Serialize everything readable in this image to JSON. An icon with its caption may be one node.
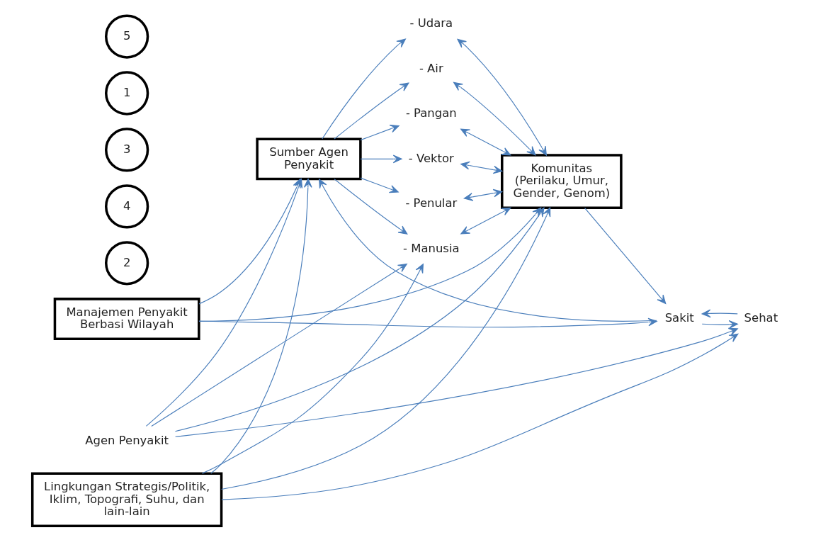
{
  "diagram": {
    "nodes": [
      {
        "text": [
          "Manajemen Penyakit Berbasi Wilayah"
        ]
      },
      {
        "text": [
          "Sumber Agen Penyakit"
        ]
      },
      {
        "text": [
          "- Udara"
        ]
      },
      {
        "text": [
          "- Air"
        ]
      },
      {
        "text": [
          "- Pangan"
        ]
      },
      {
        "text": [
          "- Vektor"
        ]
      },
      {
        "text": [
          "- Penular"
        ]
      },
      {
        "text": [
          "- Manusia"
        ]
      },
      {
        "text": [
          "Komunitas (Perilaku, Umur, Gender, Genom)"
        ]
      },
      {
        "text": [
          "Sakit"
        ]
      },
      {
        "text": [
          "Sehat"
        ]
      },
      {
        "text": [
          "Agen Penyakit"
        ]
      },
      {
        "text": [
          "Lingkungan Strategis/Politik, Iklim, Topografi, Suhu, dan lain-lain"
        ]
      },
      {
        "text": [
          "2"
        ]
      },
      {
        "text": [
          "4"
        ]
      },
      {
        "text": [
          "3"
        ]
      },
      {
        "text": [
          "1"
        ]
      },
      {
        "text": [
          "5"
        ]
      }
    ],
    "edges": [
      {
        "from": 0,
        "to": 1,
        "arrow": "to"
      },
      {
        "from": 0,
        "to": 8,
        "arrow": "to"
      },
      {
        "from": 0,
        "to": 9,
        "arrow": "to"
      },
      {
        "from": 1,
        "to": 2,
        "arrow": "to"
      },
      {
        "from": 1,
        "to": 3,
        "arrow": "to"
      },
      {
        "from": 1,
        "to": 4,
        "arrow": "to"
      },
      {
        "from": 1,
        "to": 5,
        "arrow": "to"
      },
      {
        "from": 1,
        "to": 6,
        "arrow": "to"
      },
      {
        "from": 1,
        "to": 7,
        "arrow": "to"
      },
      {
        "from": 2,
        "to": 8,
        "arrow": "both"
      },
      {
        "from": 3,
        "to": 8,
        "arrow": "both"
      },
      {
        "from": 4,
        "to": 8,
        "arrow": "both"
      },
      {
        "from": 5,
        "to": 8,
        "arrow": "both"
      },
      {
        "from": 6,
        "to": 8,
        "arrow": "both"
      },
      {
        "from": 7,
        "to": 8,
        "arrow": "both"
      },
      {
        "from": 8,
        "to": 9,
        "arrow": "to"
      },
      {
        "from": 9,
        "to": 10,
        "arrow": "to"
      },
      {
        "from": 10,
        "to": 9,
        "arrow": "to"
      },
      {
        "from": 9,
        "to": 1,
        "arrow": "to"
      },
      {
        "from": 11,
        "to": 1,
        "arrow": "to"
      },
      {
        "from": 11,
        "to": 7,
        "arrow": "to"
      },
      {
        "from": 11,
        "to": 8,
        "arrow": "to"
      },
      {
        "from": 11,
        "to": 10,
        "arrow": "to"
      },
      {
        "from": 12,
        "to": 1,
        "arrow": "to"
      },
      {
        "from": 12,
        "to": 7,
        "arrow": "to"
      },
      {
        "from": 12,
        "to": 8,
        "arrow": "to"
      },
      {
        "from": 12,
        "to": 10,
        "arrow": "to"
      }
    ]
  }
}
